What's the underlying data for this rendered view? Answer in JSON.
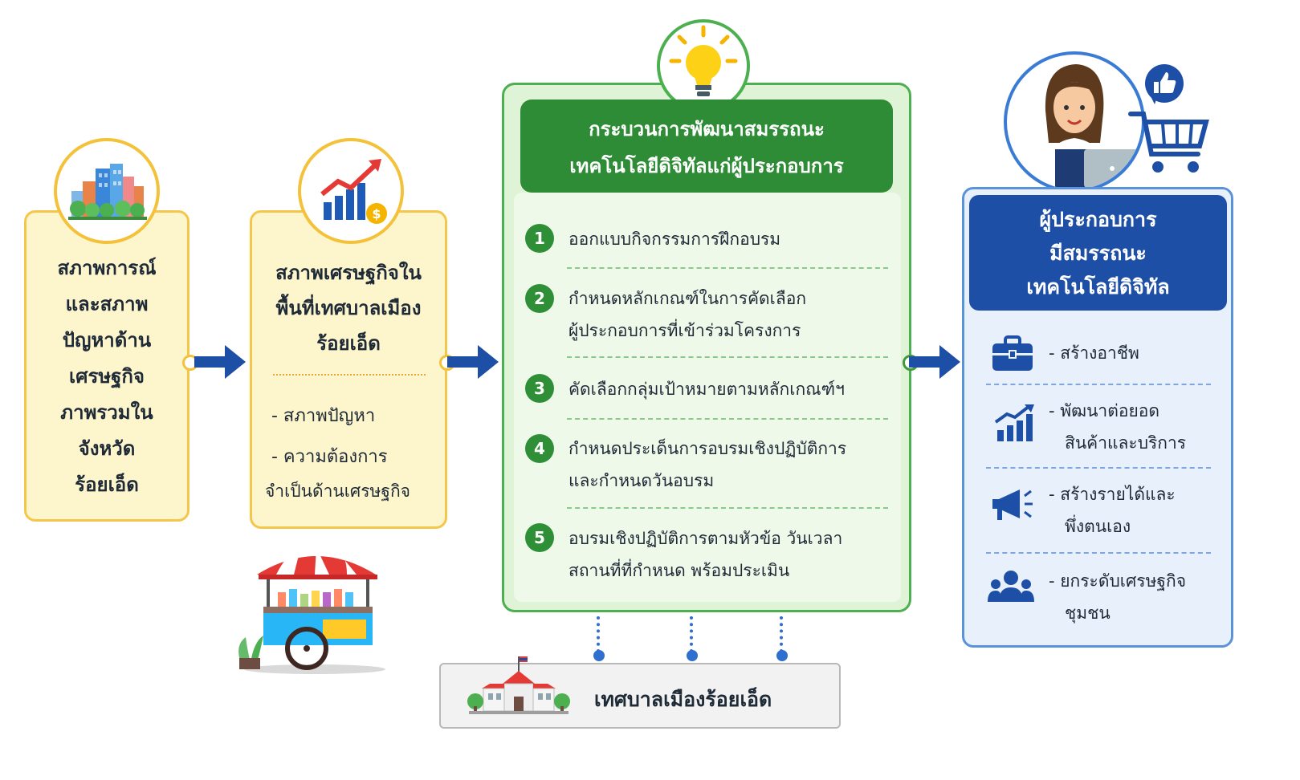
{
  "box1": {
    "lines": [
      "สภาพการณ์",
      "และสภาพ",
      "ปัญหาด้าน",
      "เศรษฐกิจ",
      "ภาพรวมใน",
      "จังหวัด",
      "ร้อยเอ็ด"
    ],
    "icon": "city-buildings-icon"
  },
  "box2": {
    "title_lines": [
      "สภาพเศรษฐกิจใน",
      "พื้นที่เทศบาลเมือง",
      "ร้อยเอ็ด"
    ],
    "item1": "- สภาพปัญหา",
    "item2_line1": "- ความต้องการ",
    "item2_line2": "จำเป็นด้านเศรษฐกิจ",
    "icon": "growth-chart-icon"
  },
  "process": {
    "title_line1": "กระบวนการพัฒนาสมรรถนะ",
    "title_line2": "เทคโนโลยีดิจิทัลแก่ผู้ประกอบการ",
    "icon": "lightbulb-icon",
    "steps": [
      {
        "num": "1",
        "line1": "ออกแบบกิจกรรมการฝึกอบรม",
        "line2": ""
      },
      {
        "num": "2",
        "line1": "กำหนดหลักเกณฑ์ในการคัดเลือก",
        "line2": "ผู้ประกอบการที่เข้าร่วมโครงการ"
      },
      {
        "num": "3",
        "line1": "คัดเลือกกลุ่มเป้าหมายตามหลักเกณฑ์ฯ",
        "line2": ""
      },
      {
        "num": "4",
        "line1": "กำหนดประเด็นการอบรมเชิงปฏิบัติการ",
        "line2": "และกำหนดวันอบรม"
      },
      {
        "num": "5",
        "line1": "อบรมเชิงปฏิบัติการตามหัวข้อ วันเวลา",
        "line2": "สถานที่ที่กำหนด พร้อมประเมิน"
      }
    ]
  },
  "outcome": {
    "title_lines": [
      "ผู้ประกอบการ",
      "มีสมรรถนะ",
      "เทคโนโลยีดิจิทัล"
    ],
    "items": [
      {
        "icon": "briefcase-icon",
        "line1": "- สร้างอาชีพ",
        "line2": ""
      },
      {
        "icon": "growth-bars-icon",
        "line1": "- พัฒนาต่อยอด",
        "line2": "สินค้าและบริการ"
      },
      {
        "icon": "megaphone-icon",
        "line1": "- สร้างรายได้และ",
        "line2": "พึ่งตนเอง"
      },
      {
        "icon": "people-group-icon",
        "line1": "- ยกระดับเศรษฐกิจ",
        "line2": "ชุมชน"
      }
    ]
  },
  "municipality": {
    "label": "เทศบาลเมืองร้อยเอ็ด",
    "icon": "municipal-building-icon"
  },
  "colors": {
    "yellow_border": "#f4c74a",
    "green": "#2e8b36",
    "blue": "#1e4fa6",
    "arrow": "#1e4fa6"
  }
}
